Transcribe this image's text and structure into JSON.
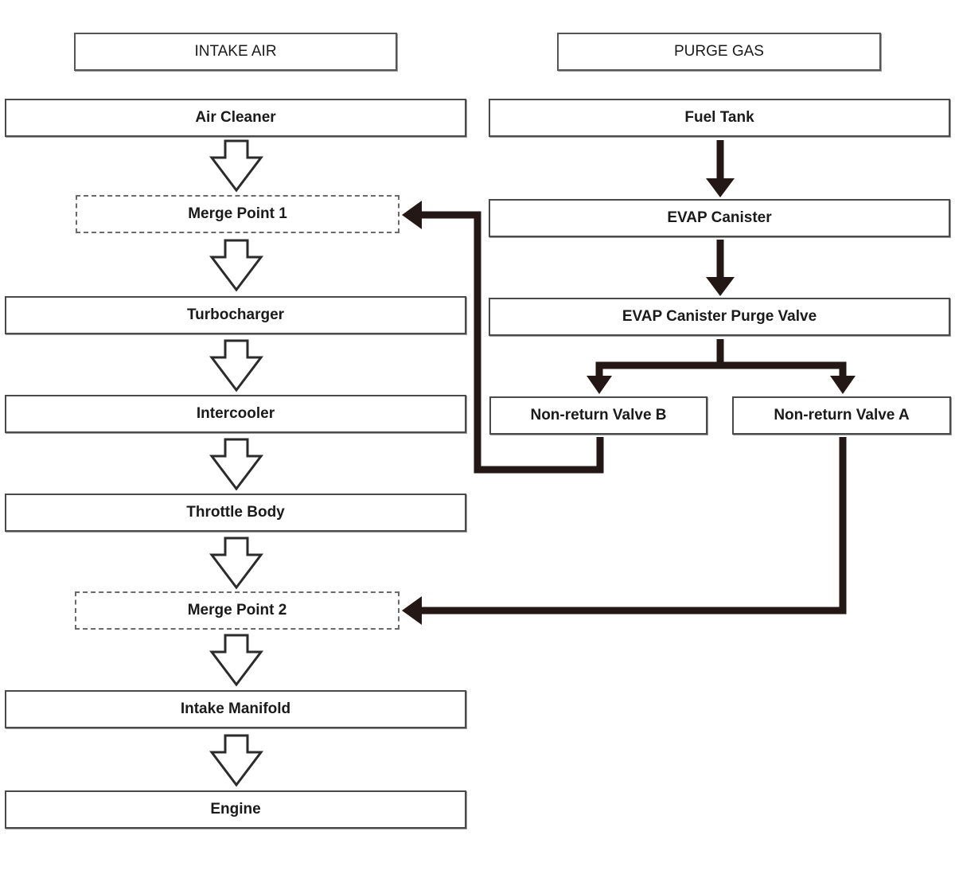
{
  "headers": {
    "intake_air": "INTAKE AIR",
    "purge_gas": "PURGE GAS"
  },
  "intake_chain": {
    "air_cleaner": "Air Cleaner",
    "merge_point_1": "Merge Point 1",
    "turbocharger": "Turbocharger",
    "intercooler": "Intercooler",
    "throttle_body": "Throttle Body",
    "merge_point_2": "Merge Point 2",
    "intake_manifold": "Intake Manifold",
    "engine": "Engine"
  },
  "purge_chain": {
    "fuel_tank": "Fuel Tank",
    "evap_canister": "EVAP Canister",
    "purge_valve": "EVAP Canister Purge Valve",
    "non_return_valve_b": "Non-return Valve B",
    "non_return_valve_a": "Non-return Valve A"
  },
  "colors": {
    "purge_flow": "#231815",
    "intake_flow_outline": "#2b2b2b",
    "box_border": "#4a4a4a"
  }
}
